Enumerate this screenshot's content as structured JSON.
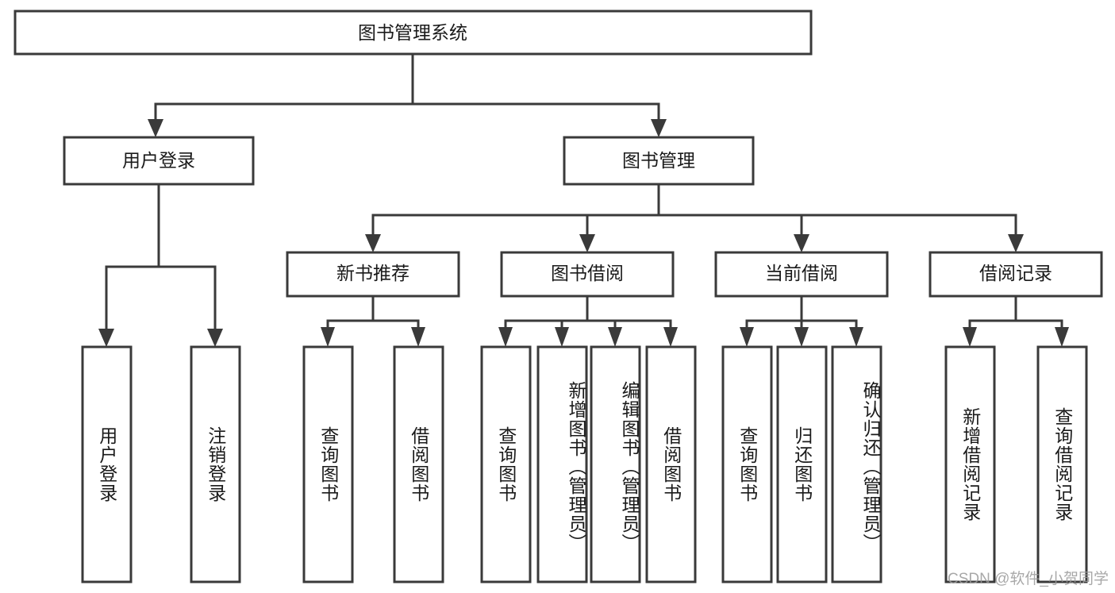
{
  "diagram": {
    "title": "图书管理系统",
    "type": "hierarchy-tree",
    "watermark": "CSDN @软件_小贺同学",
    "colors": {
      "stroke": "#3a3a3a",
      "fill": "#ffffff",
      "text": "#1a1a1a",
      "watermark": "#9a9a9a"
    },
    "root": {
      "label": "图书管理系统"
    },
    "level2": [
      {
        "label": "用户登录"
      },
      {
        "label": "图书管理"
      }
    ],
    "level3": [
      {
        "label": "新书推荐"
      },
      {
        "label": "图书借阅"
      },
      {
        "label": "当前借阅"
      },
      {
        "label": "借阅记录"
      }
    ],
    "leaves": {
      "user_login": [
        {
          "label": "用户登录"
        },
        {
          "label": "注销登录"
        }
      ],
      "new_book_recommend": [
        {
          "label": "查询图书"
        },
        {
          "label": "借阅图书"
        }
      ],
      "book_borrow": [
        {
          "label": "查询图书"
        },
        {
          "label": "新增图书（管理员）"
        },
        {
          "label": "编辑图书（管理员）"
        },
        {
          "label": "借阅图书"
        }
      ],
      "current_borrow": [
        {
          "label": "查询图书"
        },
        {
          "label": "归还图书"
        },
        {
          "label": "确认归还（管理员）"
        }
      ],
      "borrow_record": [
        {
          "label": "新增借阅记录"
        },
        {
          "label": "查询借阅记录"
        }
      ]
    }
  }
}
